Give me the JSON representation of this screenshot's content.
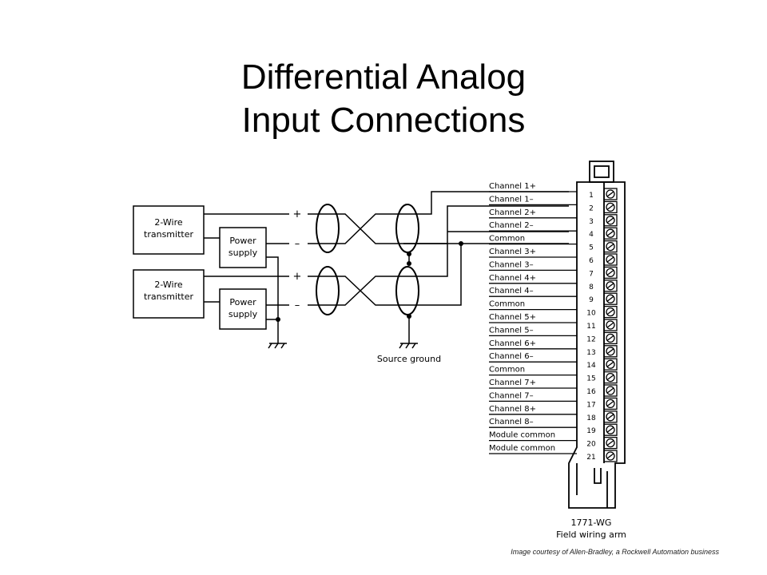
{
  "title": {
    "line1": "Differential Analog",
    "line2": "Input Connections"
  },
  "left": {
    "transmitter1": [
      "2-Wire",
      "transmitter"
    ],
    "transmitter2": [
      "2-Wire",
      "transmitter"
    ],
    "power1": [
      "Power",
      "supply"
    ],
    "power2": [
      "Power",
      "supply"
    ],
    "plus_sign": "+",
    "minus_sign": "–",
    "source_ground": "Source ground"
  },
  "terminals": {
    "channel_labels": [
      "Channel 1+",
      "Channel 1–",
      "Channel 2+",
      "Channel 2–",
      "Common",
      "Channel 3+",
      "Channel 3–",
      "Channel 4+",
      "Channel 4–",
      "Common",
      "Channel 5+",
      "Channel 5–",
      "Channel 6+",
      "Channel 6–",
      "Common",
      "Channel 7+",
      "Channel 7–",
      "Channel 8+",
      "Channel 8–",
      "Module common",
      "Module common"
    ],
    "numbers": [
      "1",
      "2",
      "3",
      "4",
      "5",
      "6",
      "7",
      "8",
      "9",
      "10",
      "11",
      "12",
      "13",
      "14",
      "15",
      "16",
      "17",
      "18",
      "19",
      "20",
      "21"
    ]
  },
  "wiring_arm": {
    "model": "1771-WG",
    "name": "Field wiring arm"
  },
  "credit": "Image courtesy of Allen-Bradley, a Rockwell Automation business"
}
